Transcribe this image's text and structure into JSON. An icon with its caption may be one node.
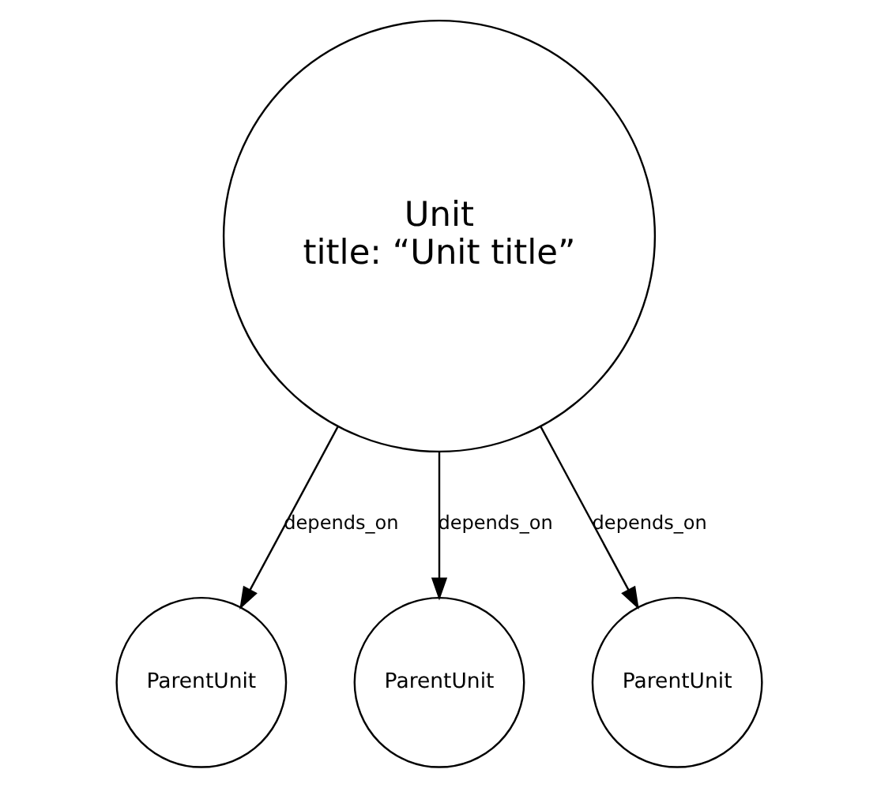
{
  "diagram": {
    "nodes": [
      {
        "text": [
          "Unit",
          "title: “Unit title”"
        ]
      },
      {
        "text": [
          "ParentUnit"
        ]
      },
      {
        "text": [
          "ParentUnit"
        ]
      },
      {
        "text": [
          "ParentUnit"
        ]
      }
    ],
    "edges": [
      {
        "from": 0,
        "to": 1,
        "arrow": "to",
        "label": "depends_on"
      },
      {
        "from": 0,
        "to": 2,
        "arrow": "to",
        "label": "depends_on"
      },
      {
        "from": 0,
        "to": 3,
        "arrow": "to",
        "label": "depends_on"
      }
    ]
  }
}
